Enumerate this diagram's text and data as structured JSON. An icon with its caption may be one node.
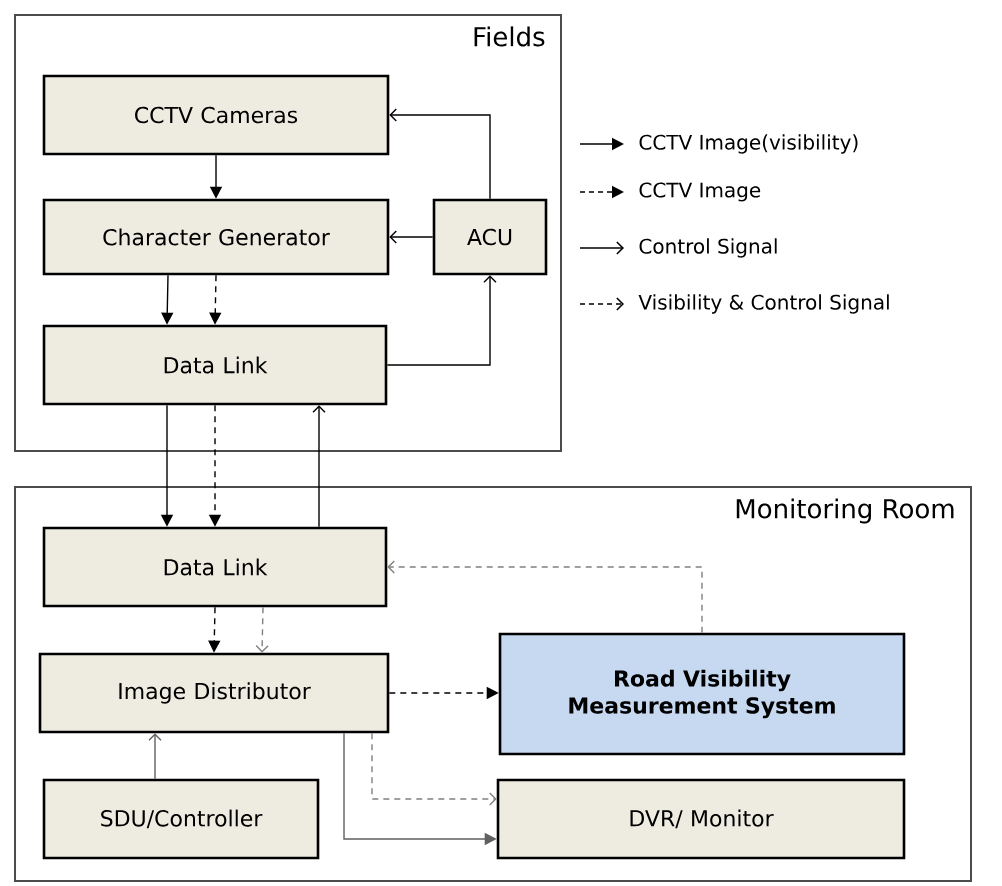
{
  "diagram": {
    "nodes": [
      {
        "text": [
          "Fields"
        ]
      },
      {
        "text": [
          "CCTV Cameras"
        ],
        "in": 0
      },
      {
        "text": [
          "Character Generator"
        ],
        "in": 0
      },
      {
        "text": [
          "ACU"
        ],
        "in": 0
      },
      {
        "text": [
          "Data Link"
        ],
        "in": 0
      },
      {
        "text": [
          "Monitoring Room"
        ]
      },
      {
        "text": [
          "Data Link"
        ],
        "in": 5
      },
      {
        "text": [
          "Image Distributor"
        ],
        "in": 5
      },
      {
        "text": [
          "Road Visibility Measurement System"
        ],
        "in": 5
      },
      {
        "text": [
          "SDU/Controller"
        ],
        "in": 5
      },
      {
        "text": [
          "DVR/ Monitor"
        ],
        "in": 5
      }
    ],
    "edges": [
      {
        "from": 1,
        "to": 2,
        "arrow": "to"
      },
      {
        "from": 3,
        "to": 1,
        "arrow": "to"
      },
      {
        "from": 3,
        "to": 2,
        "arrow": "to"
      },
      {
        "from": 2,
        "to": 4,
        "arrow": "to"
      },
      {
        "from": 2,
        "to": 4,
        "arrow": "to",
        "style": "dashed"
      },
      {
        "from": 4,
        "to": 3,
        "arrow": "to"
      },
      {
        "from": 4,
        "to": 6,
        "arrow": "to"
      },
      {
        "from": 4,
        "to": 6,
        "arrow": "to",
        "style": "dashed"
      },
      {
        "from": 6,
        "to": 4,
        "arrow": "to"
      },
      {
        "from": 8,
        "to": 6,
        "arrow": "to",
        "style": "dashed",
        "color": "#808080"
      },
      {
        "from": 6,
        "to": 7,
        "arrow": "to",
        "style": "dashed"
      },
      {
        "from": 6,
        "to": 7,
        "arrow": "to",
        "style": "dashed",
        "color": "#808080"
      },
      {
        "from": 7,
        "to": 8,
        "arrow": "to",
        "style": "dashed"
      },
      {
        "from": 7,
        "to": 10,
        "arrow": "to",
        "style": "dashed",
        "color": "#808080"
      },
      {
        "from": 7,
        "to": 10,
        "arrow": "to",
        "color": "#606060"
      },
      {
        "from": 9,
        "to": 7,
        "arrow": "to",
        "color": "#606060"
      }
    ],
    "legend": [
      {
        "text": "CCTV Image(visibility)"
      },
      {
        "text": "CCTV Image"
      },
      {
        "text": "Control Signal"
      },
      {
        "text": "Visibility & Control Signal"
      }
    ]
  }
}
